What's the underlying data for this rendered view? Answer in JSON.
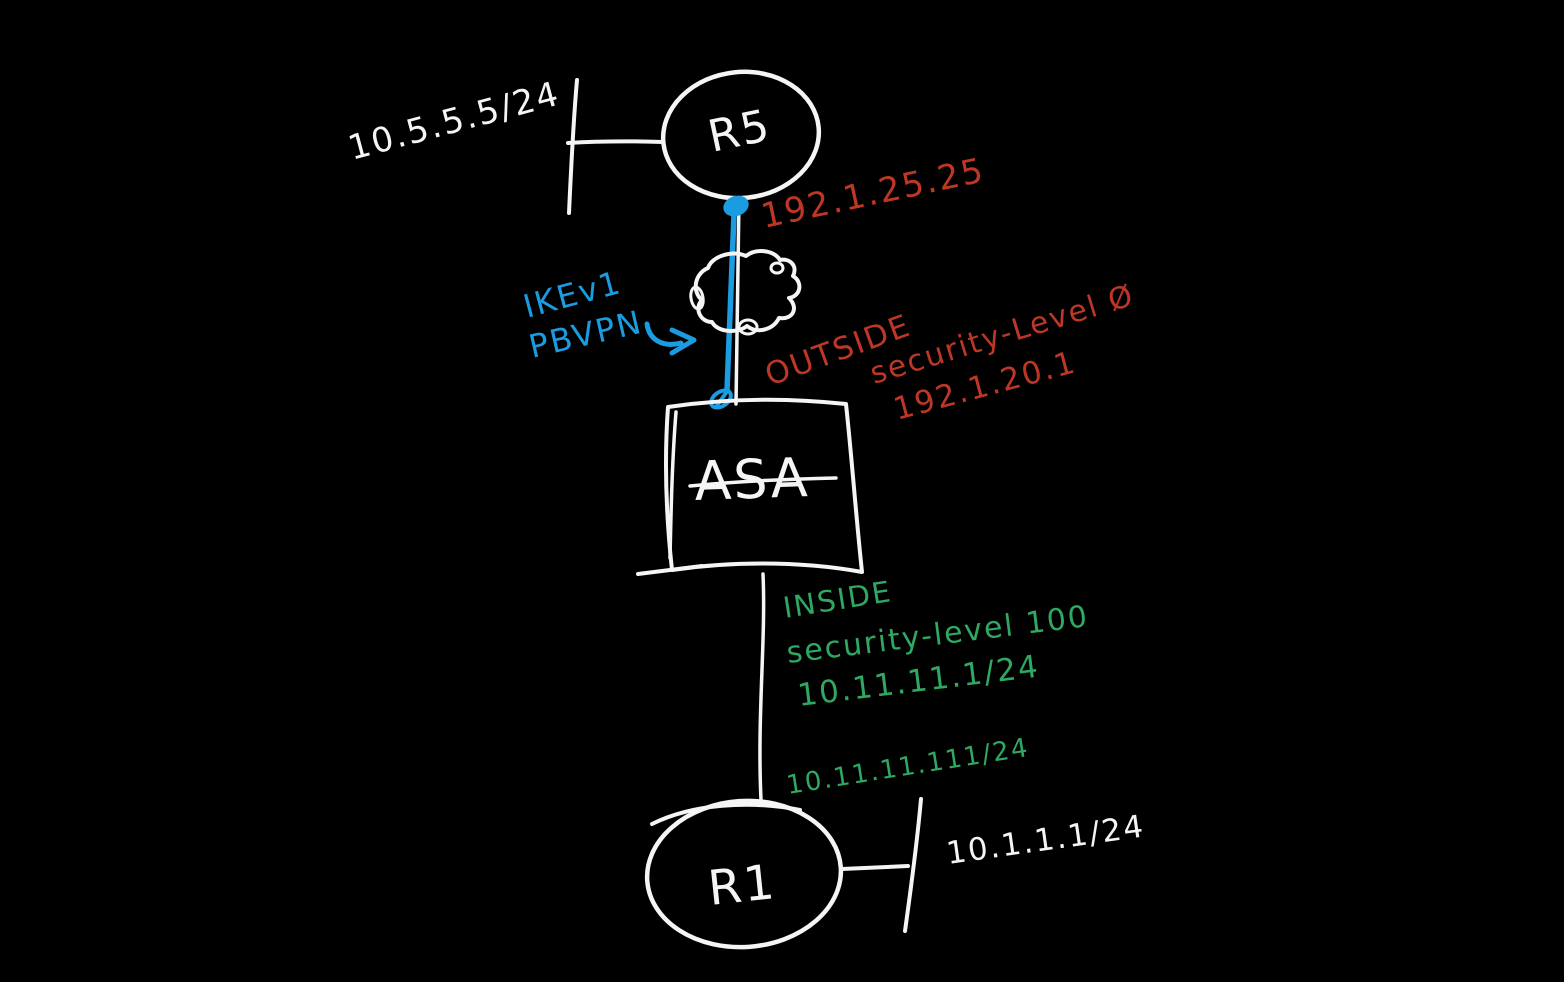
{
  "canvas": {
    "background": "#000000",
    "ink_colors": {
      "white": "#f5f5f5",
      "red": "#be3726",
      "blue": "#1b9be0",
      "green": "#2fa863"
    }
  },
  "diagram": {
    "r5": {
      "label": "R5",
      "lan_label": "10.5.5.5/24",
      "wan_ip_label": "192.1.25.25"
    },
    "vpn": {
      "line1": "IKEv1",
      "line2": "PBVPN",
      "arrow_icon": "curved-right-arrow"
    },
    "cloud": {
      "name": "internet-cloud"
    },
    "asa": {
      "label": "ASA",
      "outside_name": "OUTSIDE",
      "outside_level": "security-Level Ø",
      "outside_ip": "192.1.20.1",
      "inside_name": "INSIDE",
      "inside_level": "security-level 100",
      "inside_ip": "10.11.11.1/24"
    },
    "r1": {
      "label": "R1",
      "inside_ip": "10.11.11.111/24",
      "lan_label": "10.1.1.1/24"
    }
  }
}
